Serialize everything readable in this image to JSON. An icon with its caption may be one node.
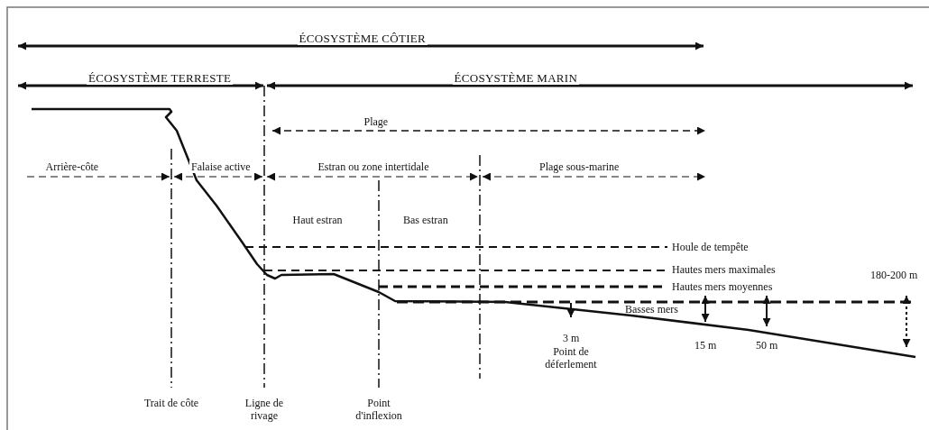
{
  "diagram": {
    "labels": [
      "ÉCOSYSTÈME CÔTIER",
      "ÉCOSYSTÈME TERRESTE",
      "ÉCOSYSTÈME MARIN",
      "Plage",
      "Arrière-côte",
      "Falaise active",
      "Estran ou zone intertidale",
      "Plage sous-marine",
      "Haut estran",
      "Bas estran",
      "Houle de tempête",
      "Hautes mers maximales",
      "180-200 m",
      "Hautes mers moyennes",
      "Basses mers",
      "3 m",
      "Point de déferlement",
      "15 m",
      "50 m",
      "Trait de côte",
      "Ligne de rivage",
      "Point d'inflexion"
    ]
  }
}
